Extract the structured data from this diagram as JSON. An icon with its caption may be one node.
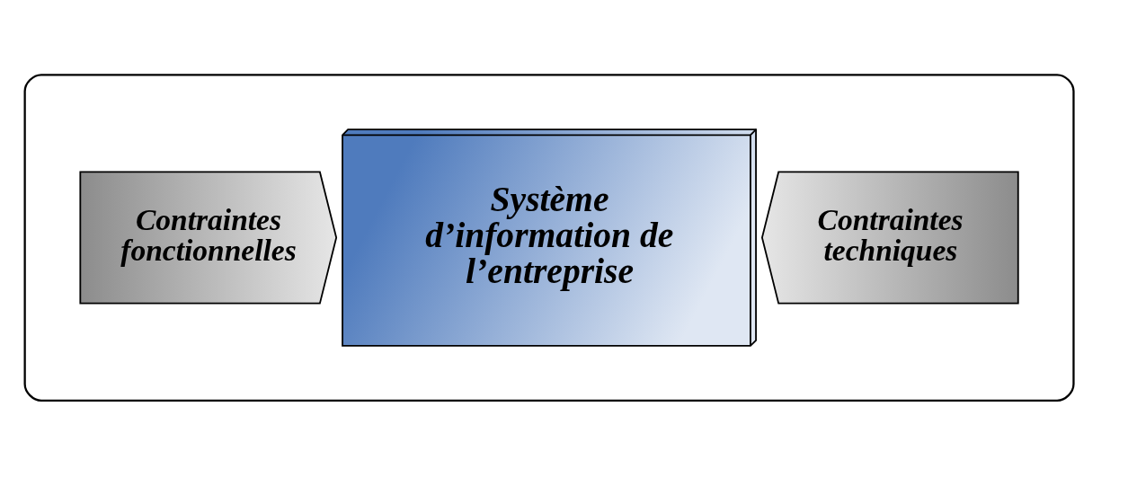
{
  "diagram": {
    "nodes": [
      {
        "text": [],
        "shape": "box"
      },
      {
        "text": [
          "Contraintes fonctionnelles"
        ],
        "in": 0
      },
      {
        "text": [
          "Système d’information de l’entreprise"
        ],
        "in": 0
      },
      {
        "text": [
          "Contraintes techniques"
        ],
        "in": 0
      }
    ],
    "edges": []
  }
}
